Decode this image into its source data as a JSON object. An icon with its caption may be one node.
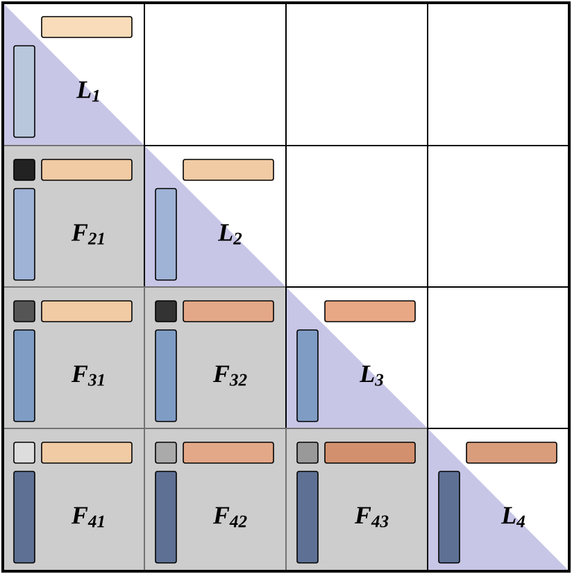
{
  "diagram": {
    "nodes": [
      {
        "text": [
          "L$_{1}$"
        ]
      },
      {
        "text": [
          "F$_{21}$"
        ]
      },
      {
        "text": [
          "L$_{2}$"
        ]
      },
      {
        "text": [
          "F$_{31}$"
        ]
      },
      {
        "text": [
          "F$_{32}$"
        ]
      },
      {
        "text": [
          "L$_{3}$"
        ]
      },
      {
        "text": [
          "F$_{41}$"
        ]
      },
      {
        "text": [
          "F$_{42}$"
        ]
      },
      {
        "text": [
          "F$_{43}$"
        ]
      },
      {
        "text": [
          "L$_{4}$"
        ]
      }
    ]
  }
}
